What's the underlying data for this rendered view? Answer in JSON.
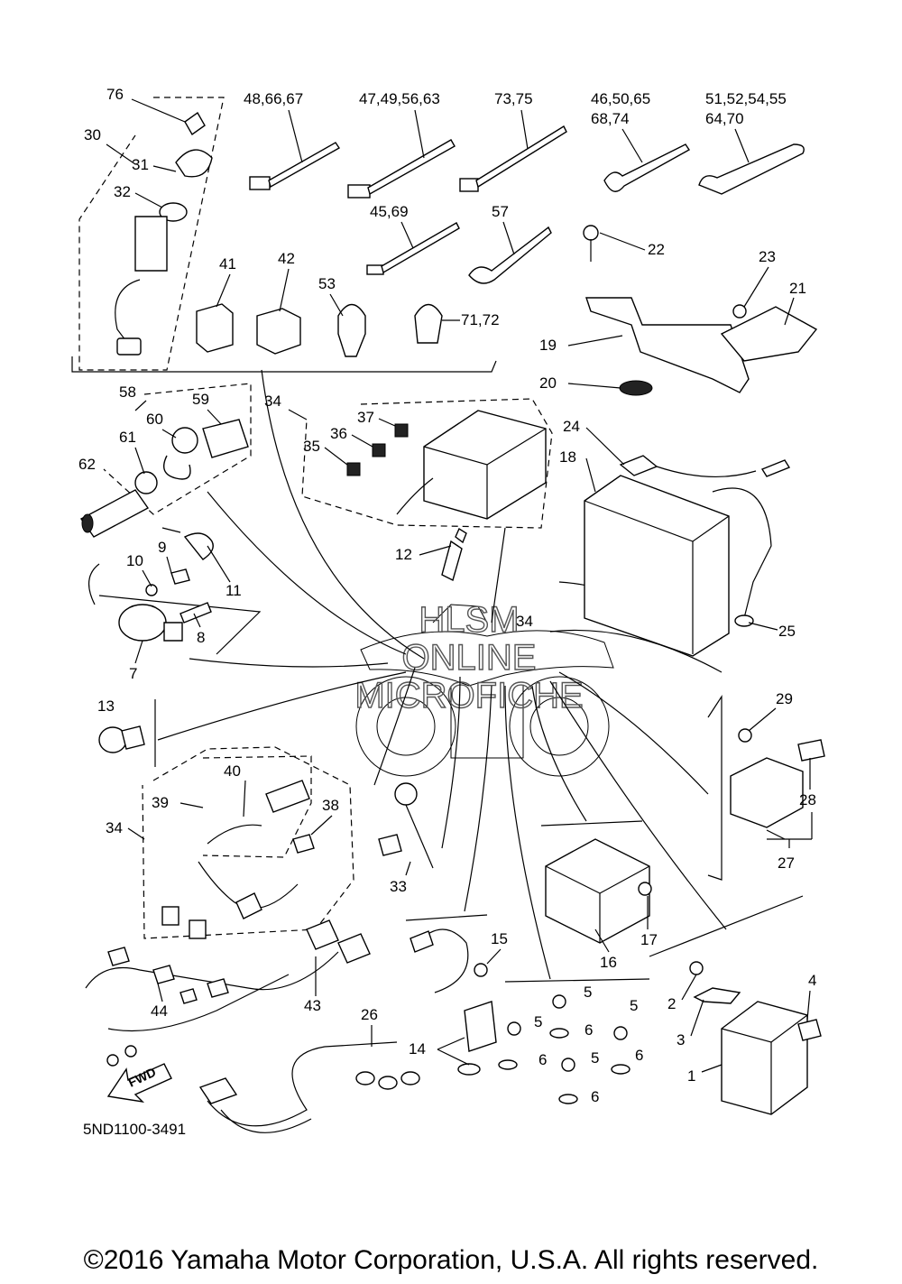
{
  "labels": {
    "p76": "76",
    "p30": "30",
    "p31": "31",
    "p32": "32",
    "p48_66_67": "48,66,67",
    "p47_49_56_63": "47,49,56,63",
    "p73_75": "73,75",
    "p46_50_65": "46,50,65",
    "p68_74": "68,74",
    "p51_52_54_55": "51,52,54,55",
    "p64_70": "64,70",
    "p45_69": "45,69",
    "p57": "57",
    "p41": "41",
    "p42": "42",
    "p53": "53",
    "p71_72": "71,72",
    "p22": "22",
    "p23": "23",
    "p21": "21",
    "p19": "19",
    "p20": "20",
    "p58": "58",
    "p59": "59",
    "p60": "60",
    "p61": "61",
    "p62": "62",
    "p34a": "34",
    "p37": "37",
    "p36": "36",
    "p35": "35",
    "p24": "24",
    "p18": "18",
    "p12": "12",
    "p9": "9",
    "p10": "10",
    "p11": "11",
    "p8": "8",
    "p7": "7",
    "p25": "25",
    "p34b": "34",
    "p13": "13",
    "p29": "29",
    "p28": "28",
    "p27": "27",
    "p40": "40",
    "p39": "39",
    "p38": "38",
    "p34c": "34",
    "p33": "33",
    "p17": "17",
    "p16": "16",
    "p15": "15",
    "p5a": "5",
    "p5b": "5",
    "p5c": "5",
    "p5d": "5",
    "p6a": "6",
    "p6b": "6",
    "p6c": "6",
    "p6d": "6",
    "p4": "4",
    "p2": "2",
    "p3": "3",
    "p1": "1",
    "p44": "44",
    "p43": "43",
    "p26": "26",
    "p14": "14"
  },
  "watermark": {
    "line1": "HLSM",
    "line2": "ONLINE",
    "line3": "MICROFICHE"
  },
  "fwd_label": "FWD",
  "diagram_code": "5ND1100-3491",
  "copyright": "©2016 Yamaha Motor Corporation, U.S.A. All rights reserved."
}
